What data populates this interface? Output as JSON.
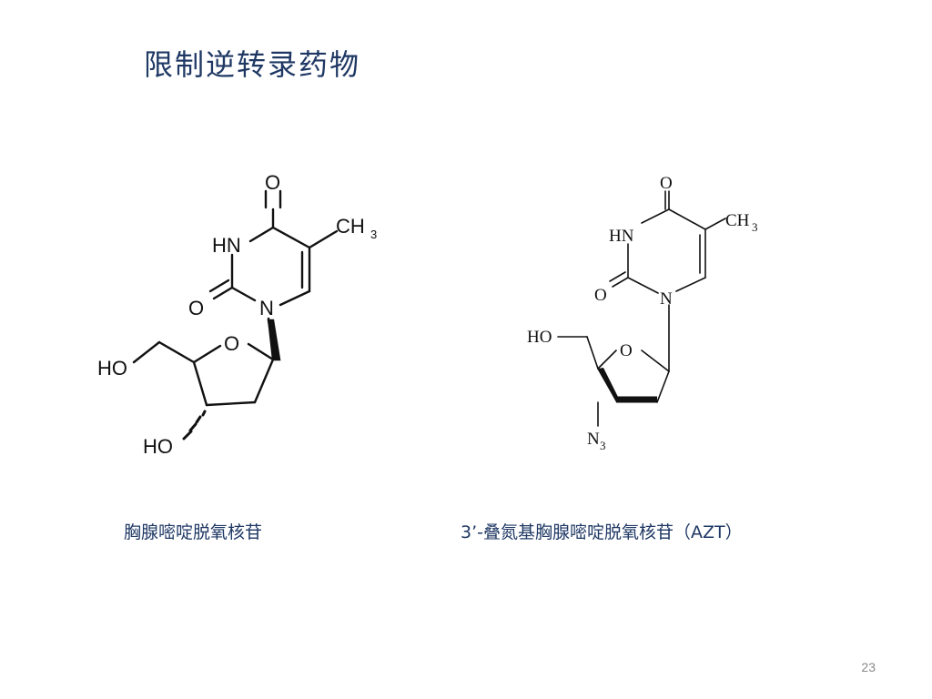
{
  "slide": {
    "title": "限制逆转录药物",
    "page_number": "23"
  },
  "structures": {
    "left": {
      "caption": "胸腺嘧啶脱氧核苷",
      "labels": {
        "o_top": "O",
        "hn": "HN",
        "o_left": "O",
        "n": "N",
        "ch": "CH",
        "ch_sub": "3",
        "o_ring": "O",
        "ho_top": "HO",
        "ho_bottom": "HO"
      }
    },
    "right": {
      "caption": "3’-叠氮基胸腺嘧啶脱氧核苷（AZT）",
      "labels": {
        "o_top": "O",
        "hn": "HN",
        "o_left": "O",
        "n": "N",
        "ch": "CH",
        "ch_sub": "3",
        "o_ring": "O",
        "ho": "HO",
        "n3": "N",
        "n3_sub": "3"
      }
    }
  },
  "colors": {
    "title": "#1f3864",
    "caption": "#1f3864",
    "page_number": "#8a8a8a"
  }
}
